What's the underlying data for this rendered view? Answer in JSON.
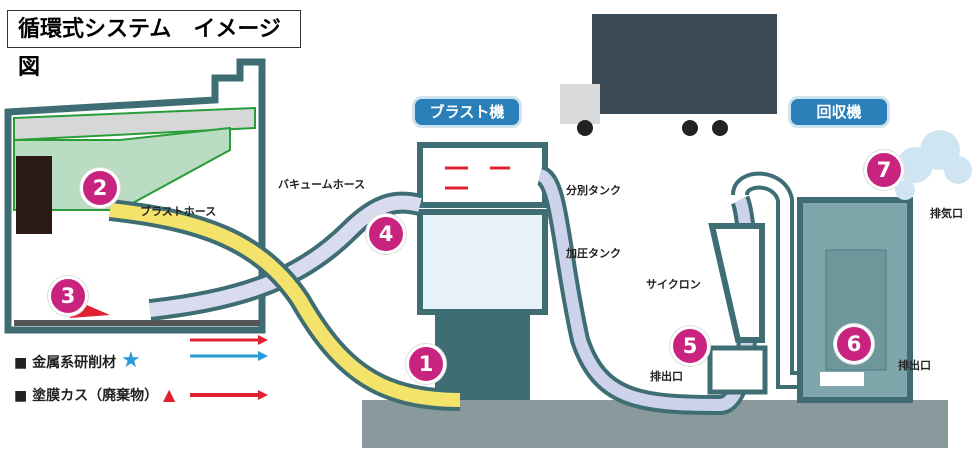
{
  "title": "循環式システム　イメージ図",
  "badges": {
    "blast": "ブラスト機",
    "recovery": "回収機"
  },
  "labels": {
    "vacuum_hose": "バキュームホース",
    "blast_hose": "ブラストホース",
    "separation_tank": "分別タンク",
    "pressure_tank": "加圧タンク",
    "cyclone": "サイクロン",
    "outlet1": "排出口",
    "outlet2": "排出口",
    "exhaust": "排気口"
  },
  "numbers": [
    "1",
    "2",
    "3",
    "4",
    "5",
    "6",
    "7"
  ],
  "legend": [
    {
      "label": "金属系研削材",
      "symbol": "★",
      "color": "#2a9bd8"
    },
    {
      "label": "塗膜カス（廃棄物）",
      "symbol": "▲",
      "color": "#e02030"
    }
  ]
}
